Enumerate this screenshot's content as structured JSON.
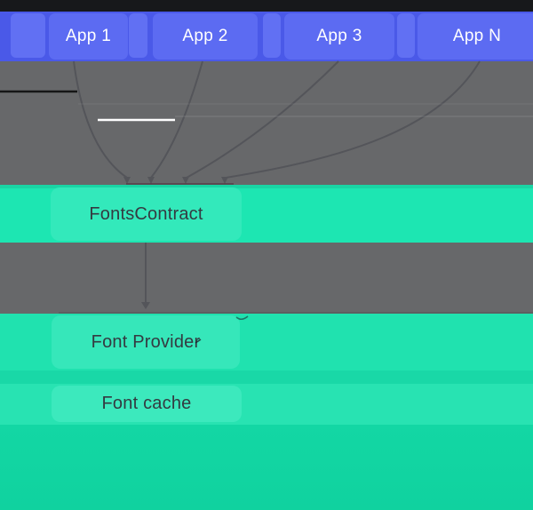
{
  "apps": [
    {
      "label": "App 1"
    },
    {
      "label": "App 2"
    },
    {
      "label": "App 3"
    },
    {
      "label": "App N"
    }
  ],
  "layers": {
    "fonts_contract": {
      "label": "FontsContract"
    },
    "font_provider": {
      "label": "Font Provider"
    },
    "font_cache": {
      "label": "Font cache"
    }
  },
  "theme": {
    "top_bar": "#17181b",
    "app_bar_bg": "#4a59e8",
    "app_box_bg": "#5c6bf2",
    "app_strip_bg": "#6170f3",
    "app_text": "#ffffff",
    "gray_bg": "#67686a",
    "arrow_color": "#54555a",
    "teal_bar_1": "#1de6b2",
    "teal_box_1": "#33e9bb",
    "teal_bar_2": "#20e2af",
    "teal_box_2": "#36e7ba",
    "teal_band": "#19d8a7",
    "teal_bar_3": "#28e3b2",
    "teal_box_3": "#3ce9bd",
    "teal_bottom": "#13d7a4",
    "teal_bottom_2": "#10d29f",
    "label_text": "#343a41"
  }
}
